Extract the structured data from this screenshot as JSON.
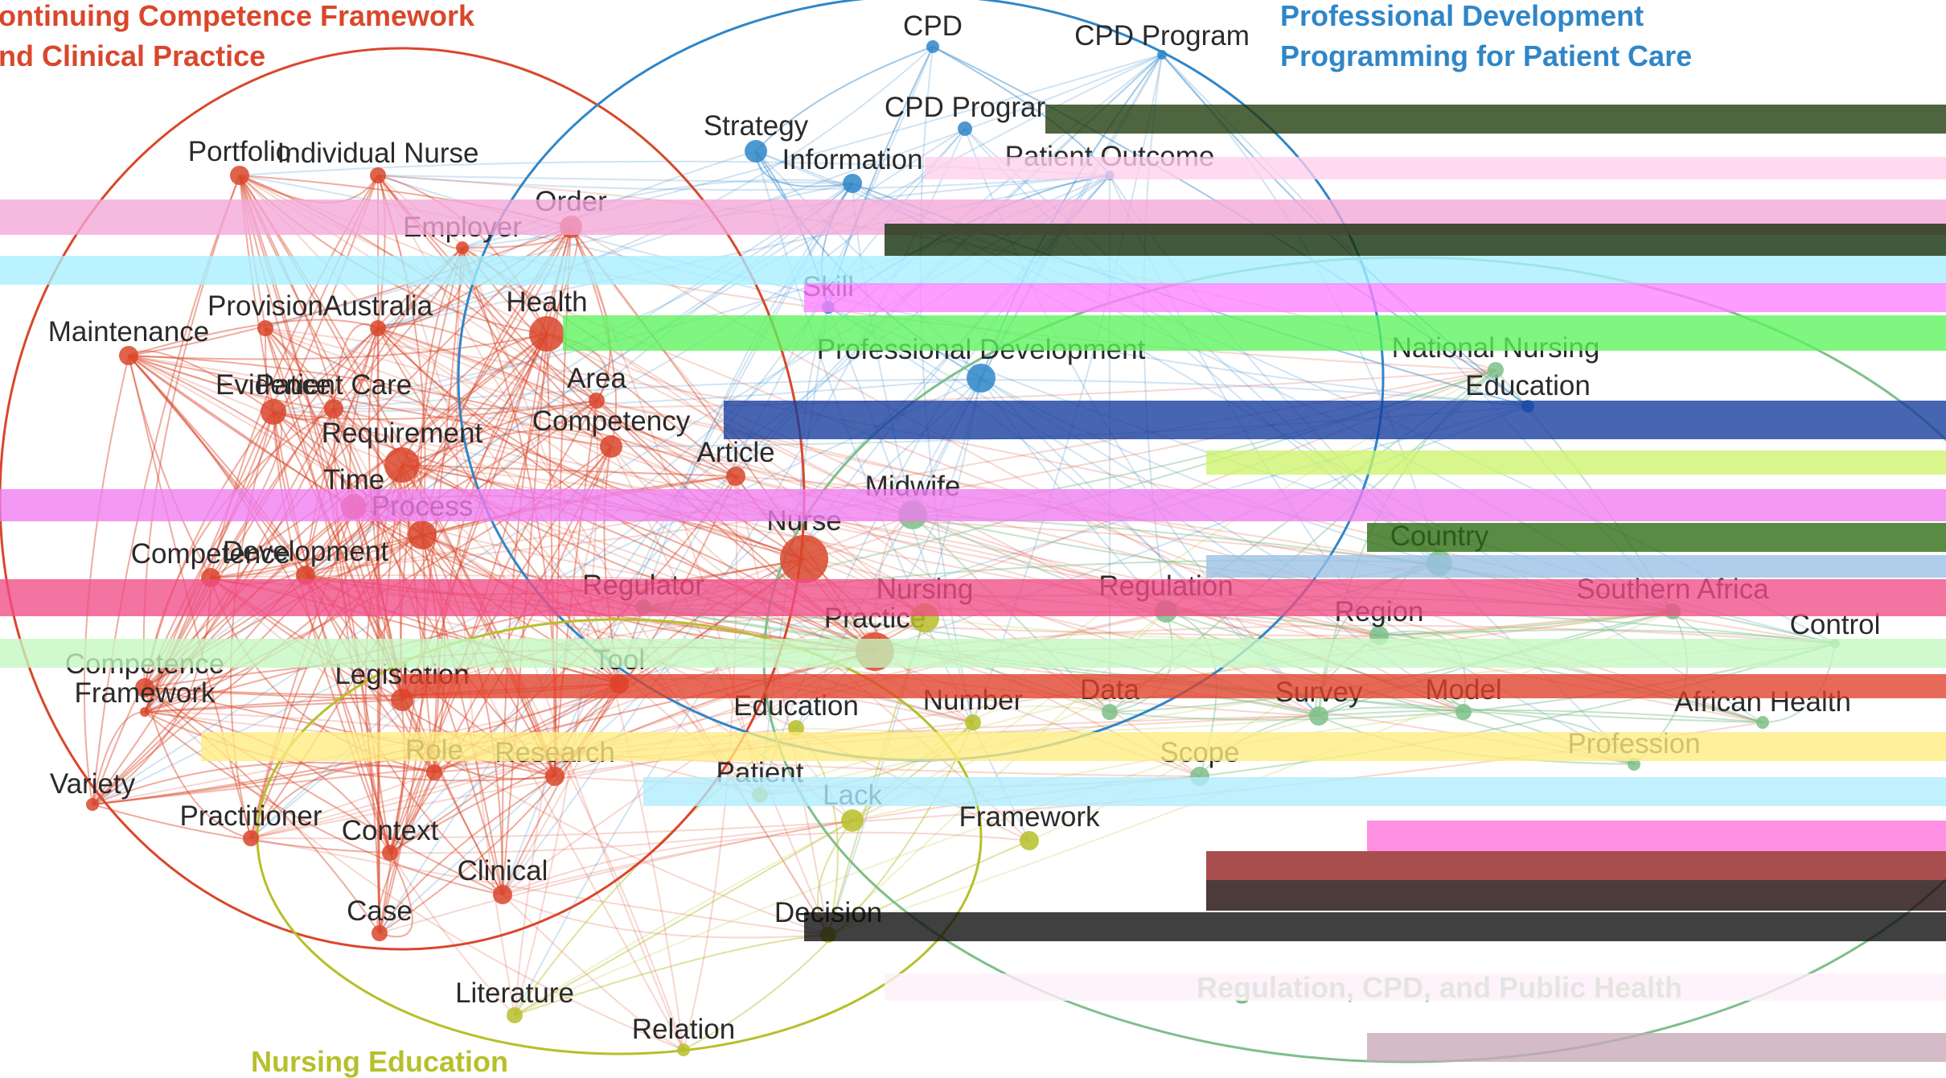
{
  "clusters": [
    {
      "id": "competence",
      "title_lines": [
        "ontinuing Competence Framework",
        "nd Clinical Practice"
      ],
      "color": "#d9472b",
      "title_anchor": "start"
    },
    {
      "id": "cpd",
      "title_lines": [
        "Professional Development",
        "Programming for Patient Care"
      ],
      "color": "#2f86c8",
      "title_anchor": "start"
    },
    {
      "id": "regulation",
      "title_lines": [
        "Regulation, CPD, and Public Health"
      ],
      "color": "#7fbf8a",
      "title_anchor": "start"
    },
    {
      "id": "education",
      "title_lines": [
        "Nursing Education"
      ],
      "color": "#b7bf2a",
      "title_anchor": "start"
    }
  ],
  "nodes": [
    {
      "label": "CPD",
      "cluster": "cpd"
    },
    {
      "label": "CPD Program",
      "cluster": "cpd"
    },
    {
      "label": "CPD Prograr",
      "cluster": "cpd"
    },
    {
      "label": "Strategy",
      "cluster": "cpd"
    },
    {
      "label": "Information",
      "cluster": "cpd"
    },
    {
      "label": "Patient Outcome",
      "cluster": "cpd"
    },
    {
      "label": "Skill",
      "cluster": "cpd"
    },
    {
      "label": "Professional Development",
      "cluster": "cpd"
    },
    {
      "label": "Education",
      "cluster": "cpd"
    },
    {
      "label": "Portfolio",
      "cluster": "competence"
    },
    {
      "label": "Individual Nurse",
      "cluster": "competence"
    },
    {
      "label": "Order",
      "cluster": "competence"
    },
    {
      "label": "Employer",
      "cluster": "competence"
    },
    {
      "label": "Provision",
      "cluster": "competence"
    },
    {
      "label": "Australia",
      "cluster": "competence"
    },
    {
      "label": "Health",
      "cluster": "competence"
    },
    {
      "label": "Maintenance",
      "cluster": "competence"
    },
    {
      "label": "Evidence",
      "cluster": "competence"
    },
    {
      "label": "Patient Care",
      "cluster": "competence"
    },
    {
      "label": "Area",
      "cluster": "competence"
    },
    {
      "label": "Competency",
      "cluster": "competence"
    },
    {
      "label": "Requirement",
      "cluster": "competence"
    },
    {
      "label": "Article",
      "cluster": "competence"
    },
    {
      "label": "Time",
      "cluster": "competence"
    },
    {
      "label": "Process",
      "cluster": "competence"
    },
    {
      "label": "Competence",
      "cluster": "competence"
    },
    {
      "label": "Development",
      "cluster": "competence"
    },
    {
      "label": "Nurse",
      "cluster": "competence"
    },
    {
      "label": "Competence",
      "cluster": "competence"
    },
    {
      "label": "Framework",
      "cluster": "competence"
    },
    {
      "label": "Legislation",
      "cluster": "competence"
    },
    {
      "label": "Tool",
      "cluster": "competence"
    },
    {
      "label": "Role",
      "cluster": "competence"
    },
    {
      "label": "Research",
      "cluster": "competence"
    },
    {
      "label": "Variety",
      "cluster": "competence"
    },
    {
      "label": "Practitioner",
      "cluster": "competence"
    },
    {
      "label": "Context",
      "cluster": "competence"
    },
    {
      "label": "Clinical",
      "cluster": "competence"
    },
    {
      "label": "Case",
      "cluster": "competence"
    },
    {
      "label": "Practice",
      "cluster": "competence"
    },
    {
      "label": "Regulator",
      "cluster": "regulation"
    },
    {
      "label": "Midwife",
      "cluster": "regulation"
    },
    {
      "label": "Nursing",
      "cluster": "education"
    },
    {
      "label": "Education",
      "cluster": "education"
    },
    {
      "label": "Number",
      "cluster": "education"
    },
    {
      "label": "Patient",
      "cluster": "education"
    },
    {
      "label": "Lack",
      "cluster": "education"
    },
    {
      "label": "Framework",
      "cluster": "education"
    },
    {
      "label": "Decision",
      "cluster": "education"
    },
    {
      "label": "Literature",
      "cluster": "education"
    },
    {
      "label": "Relation",
      "cluster": "education"
    },
    {
      "label": "National Nursing",
      "cluster": "regulation"
    },
    {
      "label": "Country",
      "cluster": "regulation"
    },
    {
      "label": "Regulation",
      "cluster": "regulation"
    },
    {
      "label": "Southern Africa",
      "cluster": "regulation"
    },
    {
      "label": "Region",
      "cluster": "regulation"
    },
    {
      "label": "Data",
      "cluster": "regulation"
    },
    {
      "label": "Survey",
      "cluster": "regulation"
    },
    {
      "label": "Model",
      "cluster": "regulation"
    },
    {
      "label": "African Health",
      "cluster": "regulation"
    },
    {
      "label": "Scope",
      "cluster": "regulation"
    },
    {
      "label": "Profession",
      "cluster": "regulation"
    },
    {
      "label": "Control",
      "cluster": "regulation"
    }
  ]
}
